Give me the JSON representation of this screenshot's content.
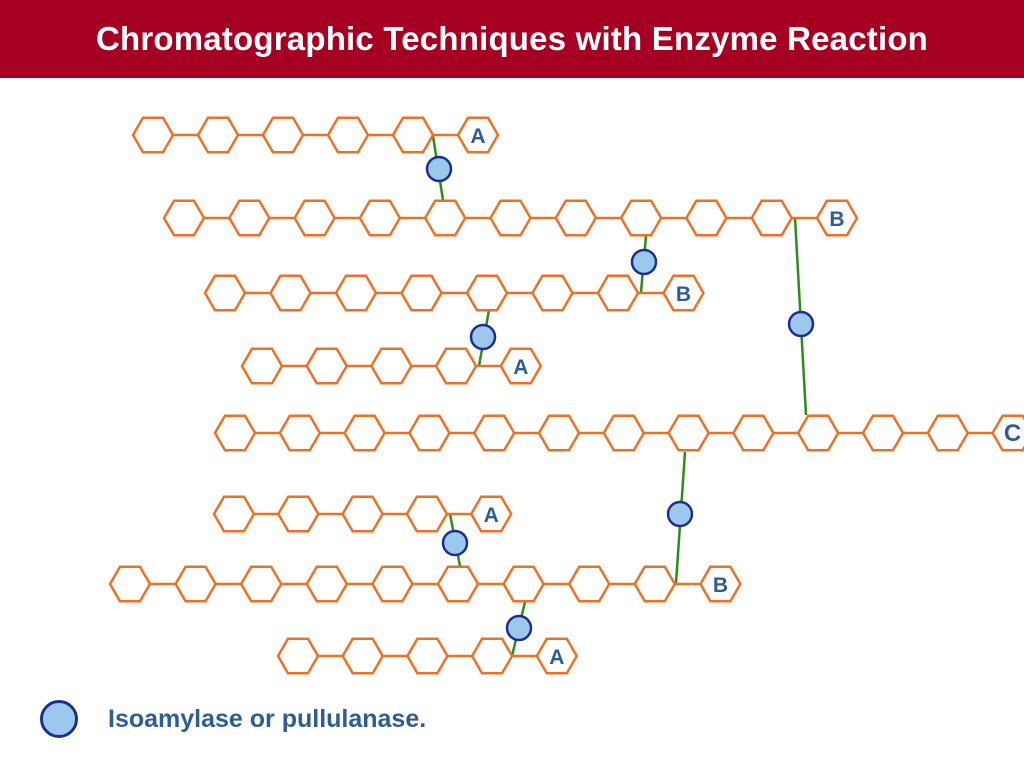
{
  "title": "Chromatographic Techniques with Enzyme Reaction",
  "colors": {
    "header_bg": "#a50021",
    "header_text": "#ffffff",
    "hexagon_stroke": "#ea7125",
    "bond_line": "#ea7125",
    "branch_link": "#2e8b1e",
    "enzyme_fill": "#9dc8ee",
    "enzyme_stroke": "#1c2f8a",
    "label_text": "#2e5d92"
  },
  "chain_labels": [
    "A",
    "B",
    "B",
    "A",
    "C",
    "A",
    "B",
    "A"
  ],
  "legend": {
    "icon": "enzyme-circle",
    "text": "Isoamylase or pullulanase."
  }
}
